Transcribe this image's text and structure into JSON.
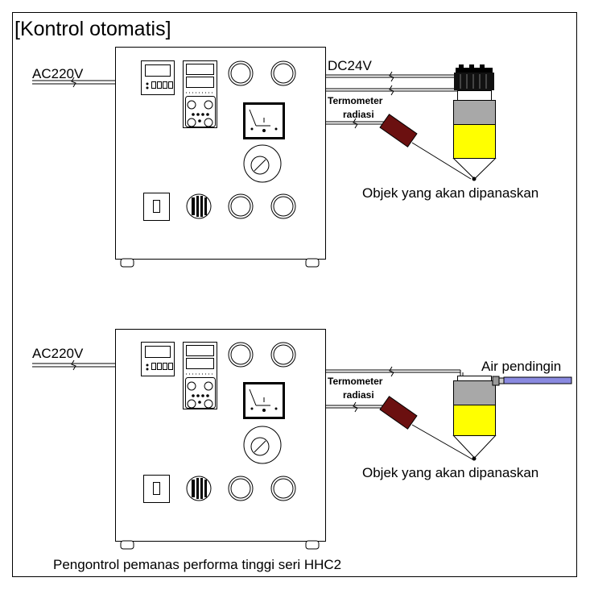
{
  "title": "[Kontrol otomatis]",
  "top_diagram": {
    "power_label": "AC220V",
    "dc_label": "DC24V",
    "thermometer_label_line1": "Termometer",
    "thermometer_label_line2": "radiasi",
    "object_label": "Objek yang akan dipanaskan"
  },
  "bottom_diagram": {
    "power_label": "AC220V",
    "cooling_label": "Air pendingin",
    "thermometer_label_line1": "Termometer",
    "thermometer_label_line2": "radiasi",
    "object_label": "Objek yang akan dipanaskan"
  },
  "caption": "Pengontrol pemanas performa tinggi seri HHC2",
  "colors": {
    "heater_body": "#ffff00",
    "thermometer": "#6b1010",
    "cooling_pipe": "#8a8ae0"
  }
}
